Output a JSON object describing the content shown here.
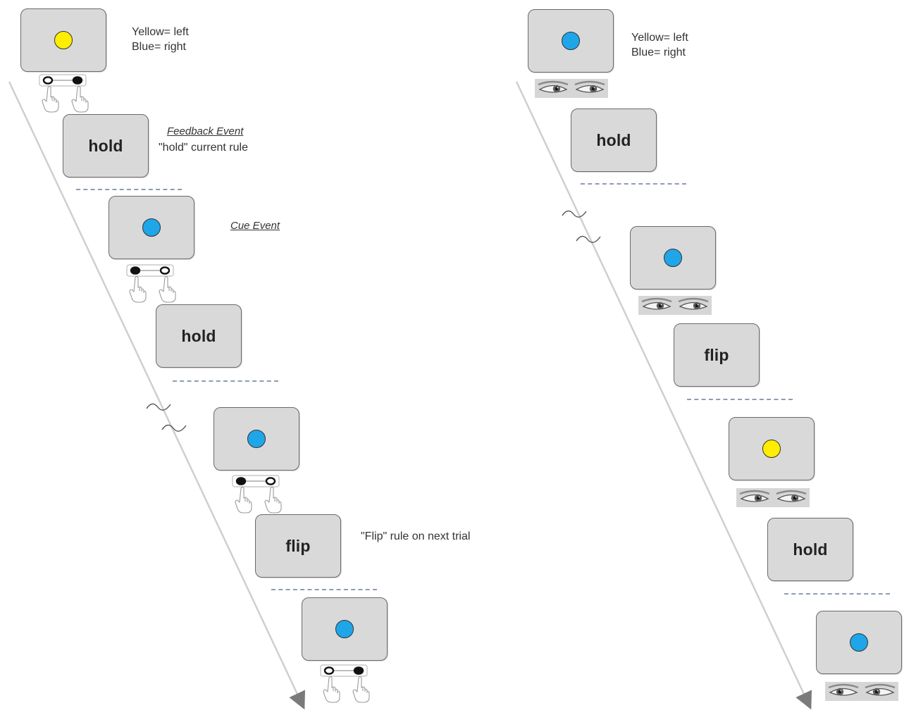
{
  "colors": {
    "yellow": "#ffee00",
    "blue": "#1ea6e8",
    "box_fill": "#d9d9d9"
  },
  "left_panel": {
    "legend": {
      "line1": "Yellow= left",
      "line2": "Blue= right"
    },
    "feedback_title": "Feedback Event",
    "feedback_text": "\"hold\" current rule",
    "cue_title": "Cue Event",
    "flip_note": "\"Flip\" rule on next trial",
    "steps": [
      {
        "kind": "stimulus",
        "color": "yellow",
        "response": "right-hand",
        "response_icon": "hand-press-icon"
      },
      {
        "kind": "feedback",
        "label": "hold"
      },
      {
        "kind": "stimulus",
        "color": "blue",
        "response": "left-hand",
        "response_icon": "hand-press-icon"
      },
      {
        "kind": "feedback",
        "label": "hold"
      },
      {
        "kind": "stimulus",
        "color": "blue",
        "response": "left-hand",
        "response_icon": "hand-press-icon"
      },
      {
        "kind": "feedback",
        "label": "flip"
      },
      {
        "kind": "stimulus",
        "color": "blue",
        "response": "right-hand",
        "response_icon": "hand-press-icon"
      }
    ]
  },
  "right_panel": {
    "legend": {
      "line1": "Yellow= left",
      "line2": "Blue= right"
    },
    "steps": [
      {
        "kind": "stimulus",
        "color": "blue",
        "response": "eyes-right",
        "response_icon": "eyes-icon"
      },
      {
        "kind": "feedback",
        "label": "hold"
      },
      {
        "kind": "stimulus",
        "color": "blue",
        "response": "eyes-right",
        "response_icon": "eyes-icon"
      },
      {
        "kind": "feedback",
        "label": "flip"
      },
      {
        "kind": "stimulus",
        "color": "yellow",
        "response": "eyes-right",
        "response_icon": "eyes-icon"
      },
      {
        "kind": "feedback",
        "label": "hold"
      },
      {
        "kind": "stimulus",
        "color": "blue",
        "response": "eyes-left",
        "response_icon": "eyes-icon"
      }
    ]
  }
}
